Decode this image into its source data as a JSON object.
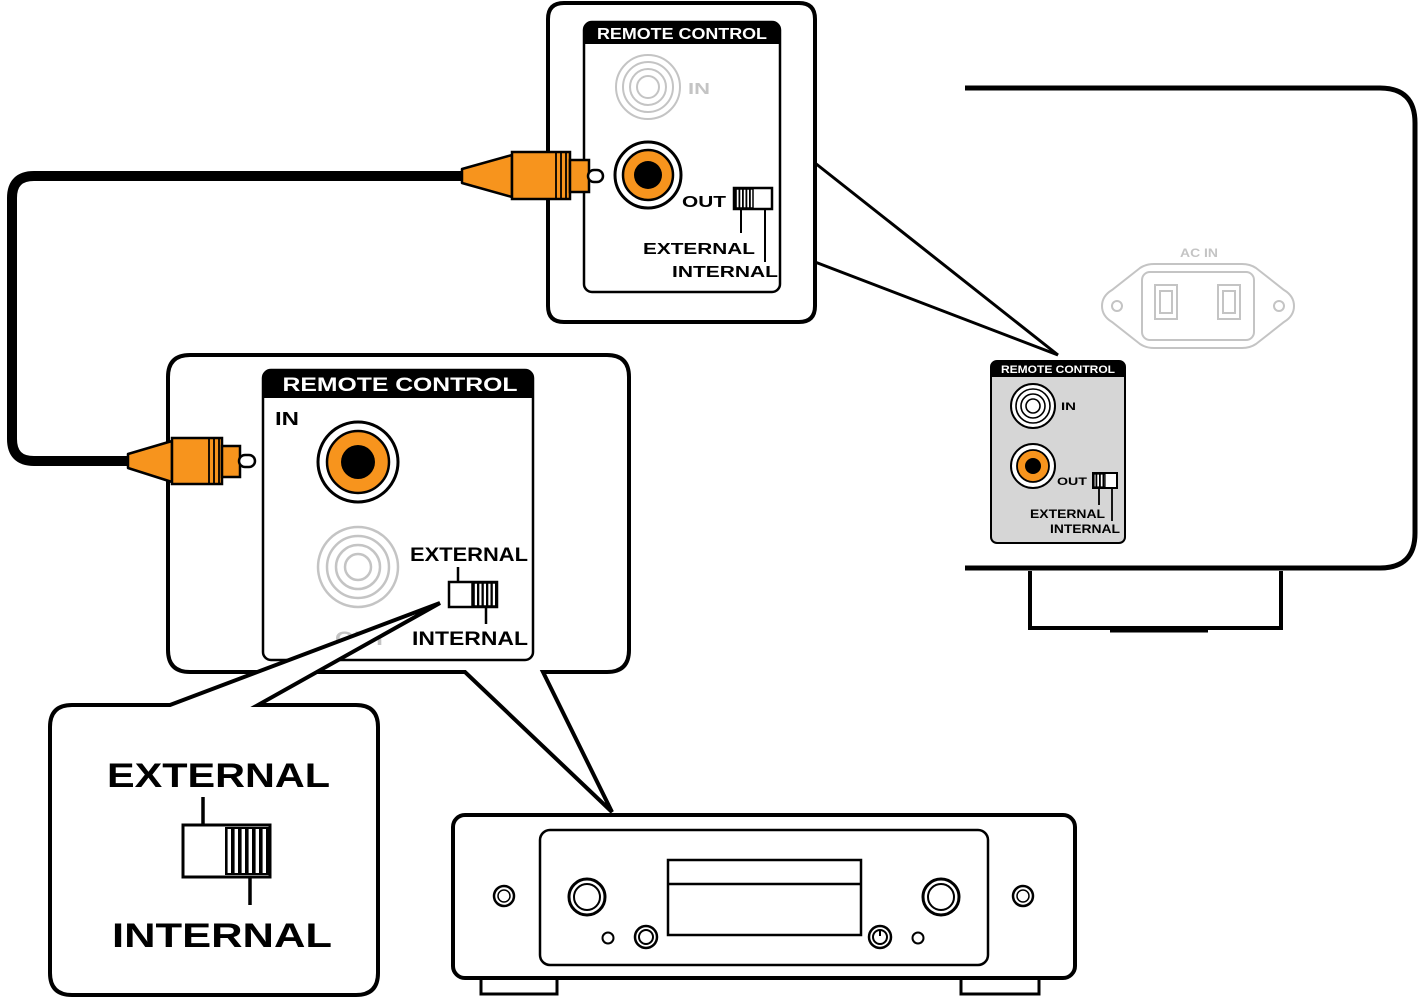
{
  "top_callout": {
    "header": "REMOTE CONTROL",
    "in_label": "IN",
    "out_label": "OUT",
    "external_label": "EXTERNAL",
    "internal_label": "INTERNAL"
  },
  "rear_panel": {
    "ac_label": "AC IN",
    "header": "REMOTE CONTROL",
    "in_label": "IN",
    "out_label": "OUT",
    "external_label": "EXTERNAL",
    "internal_label": "INTERNAL"
  },
  "front_callout": {
    "header": "REMOTE CONTROL",
    "in_label": "IN",
    "out_label": "OUT",
    "external_label": "EXTERNAL",
    "internal_label": "INTERNAL"
  },
  "zoom_callout": {
    "external_label": "EXTERNAL",
    "internal_label": "INTERNAL"
  },
  "colors": {
    "connector": "#F7941D",
    "outline": "#000000",
    "dimmed": "#C4C4C4",
    "rear_panel_fill": "#D6D6D6"
  }
}
